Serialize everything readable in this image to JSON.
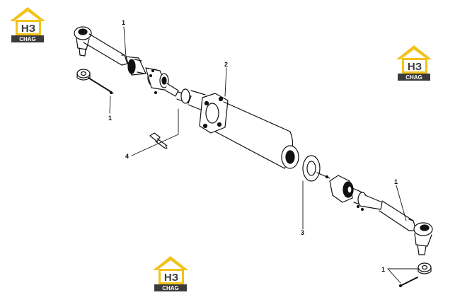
{
  "logos": [
    {
      "mark": "НЗ",
      "sub": "CHAG"
    },
    {
      "mark": "НЗ",
      "sub": "CHAG"
    },
    {
      "mark": "НЗ",
      "sub": "CHAG"
    }
  ],
  "callouts": {
    "c1_top": "1",
    "c1_left": "1",
    "c2": "2",
    "c4": "4",
    "c3": "3",
    "c1_right": "1",
    "c1_bottom": "1"
  },
  "colors": {
    "logo_yellow": "#f2c21b",
    "logo_dark": "#3b3b3b",
    "ink": "#111111"
  }
}
